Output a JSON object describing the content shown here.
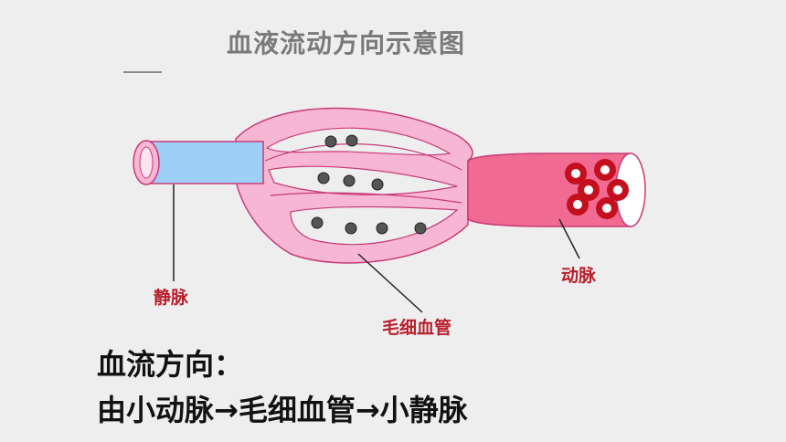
{
  "title": "血液流动方向示意图",
  "labels": {
    "vein": "静脉",
    "artery": "动脉",
    "capillary": "毛细血管"
  },
  "flow": {
    "heading": "血流方向：",
    "path": "由小动脉→毛细血管→小静脉"
  },
  "colors": {
    "vessel_pink": "#f7b7d3",
    "vessel_outline": "#c83a78",
    "vein_blue": "#9dcff7",
    "artery_red": "#f06a91",
    "red_cell": "#c4101e",
    "label_red": "#b81f2c"
  }
}
